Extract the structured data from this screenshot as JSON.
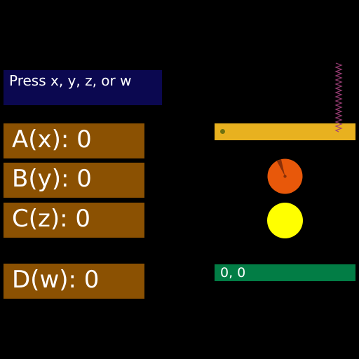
{
  "prompt": {
    "text": "Press x, y, z, or w"
  },
  "counters": {
    "a": {
      "label": "A(x): 0"
    },
    "b": {
      "label": "B(y): 0"
    },
    "c": {
      "label": "C(z): 0"
    },
    "d": {
      "label": "D(w): 0"
    }
  },
  "status": {
    "text": "0, 0"
  },
  "colors": {
    "background": "#000000",
    "prompt_box": "#0b0850",
    "counter_box": "#8b5102",
    "platform": "#e8b11f",
    "spring": "#a0407a",
    "wheel": "#e8580a",
    "wheel_wedge": "#8a3008",
    "ball": "#ffff00",
    "status_bar": "#027d45"
  },
  "icons": {
    "spring": "zigzag-spring-icon",
    "wheel": "rotating-wheel-icon",
    "ball": "ball-icon"
  }
}
